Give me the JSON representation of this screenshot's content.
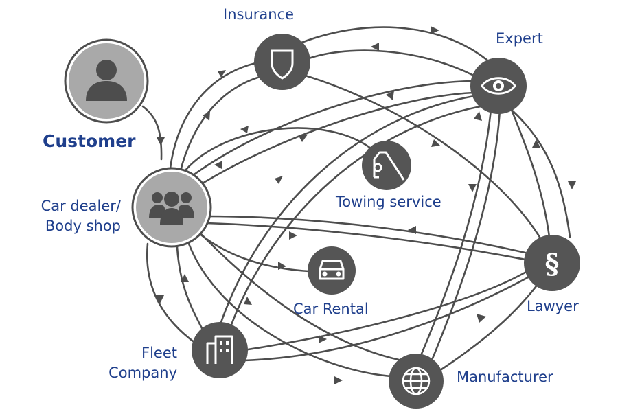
{
  "nodes": [
    {
      "id": "customer",
      "label": "Customer",
      "icon": "person-icon"
    },
    {
      "id": "dealer",
      "label": "Car dealer/\nBody shop",
      "icon": "group-icon"
    },
    {
      "id": "insurance",
      "label": "Insurance",
      "icon": "shield-icon"
    },
    {
      "id": "expert",
      "label": "Expert",
      "icon": "eye-icon"
    },
    {
      "id": "towing",
      "label": "Towing service",
      "icon": "tow-truck-icon"
    },
    {
      "id": "rental",
      "label": "Car Rental",
      "icon": "car-icon"
    },
    {
      "id": "lawyer",
      "label": "Lawyer",
      "icon": "paragraph-icon"
    },
    {
      "id": "fleet",
      "label": "Fleet\nCompany",
      "icon": "building-icon"
    },
    {
      "id": "manufacturer",
      "label": "Manufacturer",
      "icon": "globe-icon"
    }
  ],
  "colors": {
    "label": "#1f3f8c",
    "node": "#555555",
    "highlight": "#a9a9a9",
    "line": "#4d4d4d"
  }
}
